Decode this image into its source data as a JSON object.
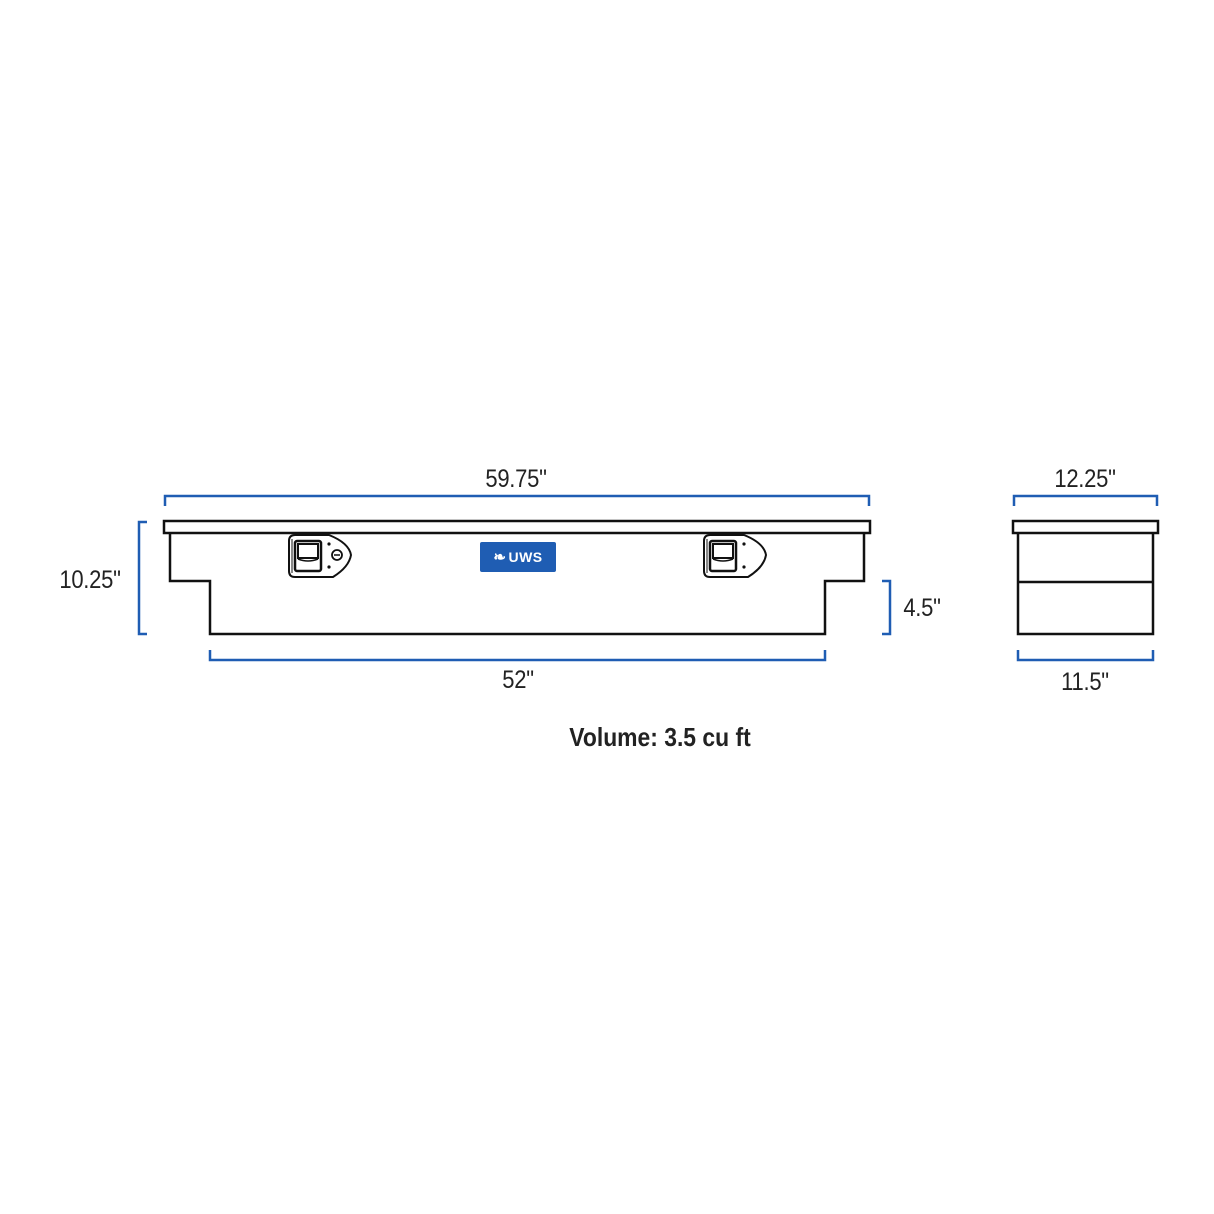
{
  "colors": {
    "dimension_line": "#1f5db3",
    "outline": "#111111",
    "text": "#222222",
    "badge_bg": "#1f5db3",
    "badge_text": "#ffffff"
  },
  "front_view": {
    "overall_length": "59.75\"",
    "overall_height": "10.25\"",
    "bottom_length": "52\"",
    "step_height": "4.5\"",
    "latches": [
      "left-latch",
      "right-latch"
    ],
    "badge": {
      "icon": "marlin-fish-icon",
      "text": "UWS"
    }
  },
  "side_view": {
    "top_width": "12.25\"",
    "bottom_width": "11.5\""
  },
  "volume": "Volume: 3.5 cu ft"
}
